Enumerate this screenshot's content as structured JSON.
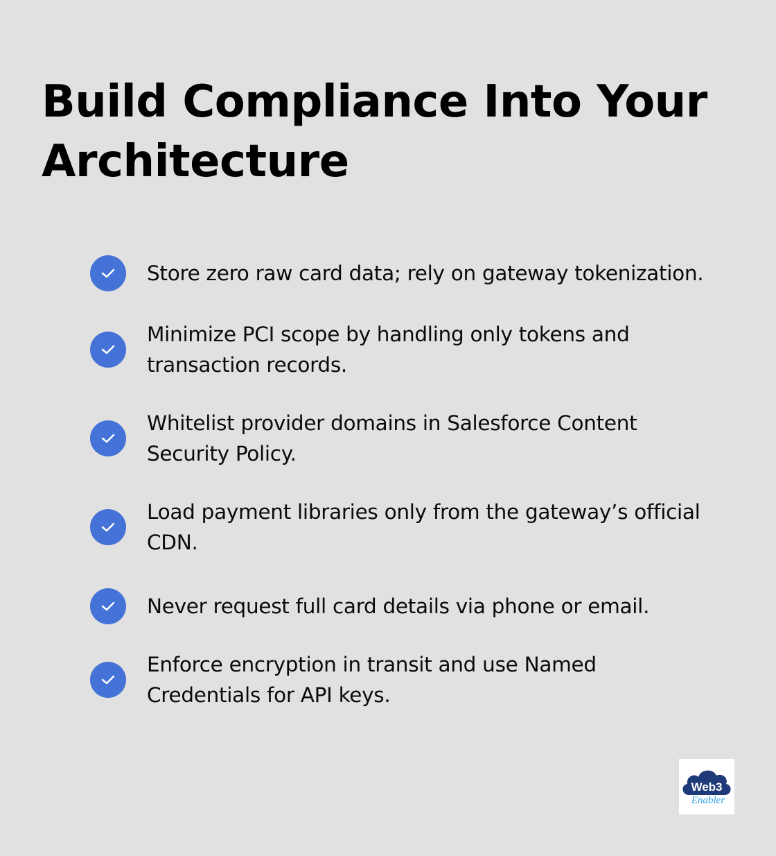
{
  "title": "Build Compliance Into Your Architecture",
  "accent_color": "#4472d6",
  "items": [
    {
      "label": "Store zero raw card data; rely on gateway tokenization.",
      "icon": "check-icon"
    },
    {
      "label": "Minimize PCI scope by handling only tokens and transaction records.",
      "icon": "check-icon"
    },
    {
      "label": "Whitelist provider domains in Salesforce Content Security Policy.",
      "icon": "check-icon"
    },
    {
      "label": "Load payment libraries only from the gateway’s official CDN.",
      "icon": "check-icon"
    },
    {
      "label": "Never request full card details via phone or email.",
      "icon": "check-icon"
    },
    {
      "label": "Enforce encryption in transit and use Named Credentials for API keys.",
      "icon": "check-icon"
    }
  ],
  "logo": {
    "line1": "Web3",
    "line2": "Enabler"
  }
}
